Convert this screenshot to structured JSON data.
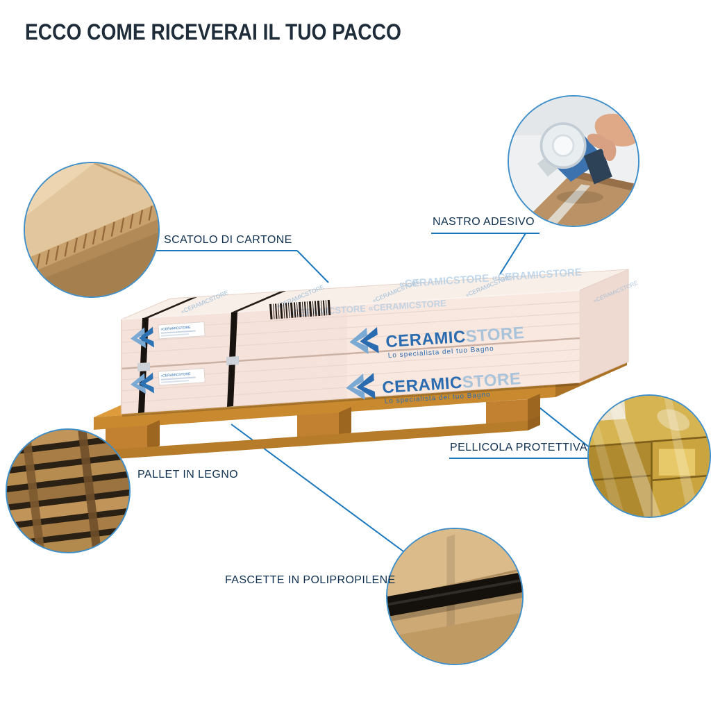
{
  "page": {
    "title": "ECCO COME RICEVERAI IL TUO PACCO",
    "background": "#ffffff"
  },
  "colors": {
    "leader_line": "#1b77bd",
    "circle_border": "#3d8ec9",
    "title": "#1f2d3a",
    "label": "#0f3050",
    "brand_blue": "#2b6cb0",
    "brand_light_blue": "#a9c3da",
    "pallet_wood": "#dd9b3c",
    "box_face": "#f5e2da",
    "strap_black": "#191310"
  },
  "callouts": [
    {
      "id": "cardboard-box",
      "label": "SCATOLO DI CARTONE",
      "photo_icon": "cardboard-corner-photo"
    },
    {
      "id": "adhesive-tape",
      "label": "NASTRO ADESIVO",
      "photo_icon": "tape-dispenser-photo"
    },
    {
      "id": "wooden-pallet",
      "label": "PALLET IN LEGNO",
      "photo_icon": "wooden-pallet-photo"
    },
    {
      "id": "protective-film",
      "label": "PELLICOLA PROTETTIVA",
      "photo_icon": "stretch-film-photo"
    },
    {
      "id": "polypropylene-straps",
      "label": "FASCETTE IN POLIPROPILENE",
      "photo_icon": "strap-on-box-photo"
    }
  ],
  "brand": {
    "chevron": "«",
    "name": "CERAMIC",
    "suffix": "STORE",
    "tagline": "Lo specialista del tuo Bagno",
    "watermark": "«CERAMICSTORE  «CERAMICSTORE",
    "watermark_short": "«CERAMICSTORE"
  },
  "icons": {
    "brand-chevron-icon": "«"
  }
}
